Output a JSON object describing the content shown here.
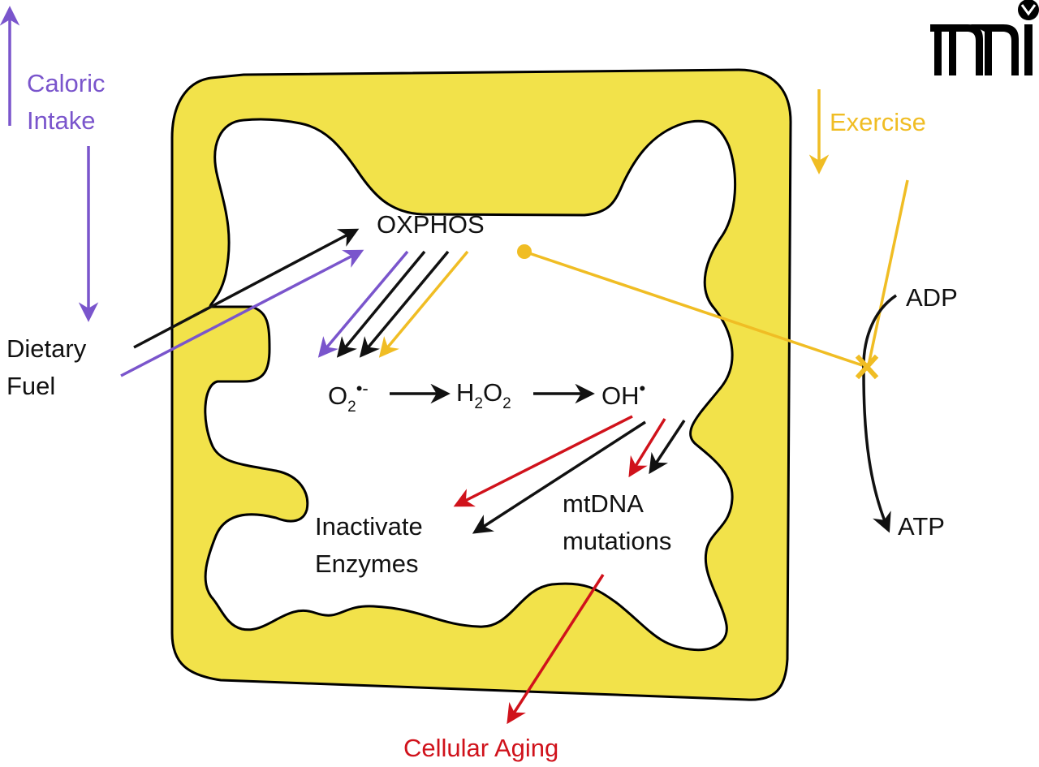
{
  "diagram": {
    "title": "Mitochondrial ROS production and cellular aging",
    "colors": {
      "caloric": "#7a55cc",
      "exercise": "#f0bd24",
      "damage": "#d0121b",
      "baseline": "#111111",
      "matrix_fill": "#f2e24a",
      "outline": "#000000"
    },
    "logo": {
      "text": "mi",
      "icon": "mi-logo-icon"
    },
    "labels": {
      "caloric_line1": "Caloric",
      "caloric_line2": "Intake",
      "exercise": "Exercise",
      "dietary_line1": "Dietary",
      "dietary_line2": "Fuel",
      "oxphos": "OXPHOS",
      "adp": "ADP",
      "atp": "ATP",
      "inactivate_line1": "Inactivate",
      "inactivate_line2": "Enzymes",
      "mtdna_line1": "mtDNA",
      "mtdna_line2": "mutations",
      "cellular_aging": "Cellular Aging"
    },
    "ros_chain": {
      "superoxide": {
        "base": "O",
        "sub": "2",
        "sup": "•-"
      },
      "peroxide": {
        "h": "H",
        "h_sub": "2",
        "o": "O",
        "o_sub": "2"
      },
      "hydroxyl": {
        "base": "OH",
        "sup": "•"
      }
    },
    "edges": [
      {
        "from": "Caloric Intake",
        "to": "up",
        "color": "caloric",
        "meaning": "increase"
      },
      {
        "from": "Caloric Intake",
        "to": "Dietary Fuel",
        "color": "caloric"
      },
      {
        "from": "Exercise",
        "to": "down",
        "color": "exercise",
        "meaning": "increase"
      },
      {
        "from": "Dietary Fuel",
        "to": "OXPHOS",
        "color": "baseline"
      },
      {
        "from": "Dietary Fuel",
        "to": "OXPHOS",
        "color": "caloric"
      },
      {
        "from": "OXPHOS",
        "to": "O2•-",
        "color": "caloric"
      },
      {
        "from": "OXPHOS",
        "to": "O2•-",
        "color": "baseline"
      },
      {
        "from": "OXPHOS",
        "to": "O2•-",
        "color": "baseline"
      },
      {
        "from": "OXPHOS",
        "to": "O2•-",
        "color": "exercise"
      },
      {
        "from": "O2•-",
        "to": "H2O2",
        "color": "baseline"
      },
      {
        "from": "H2O2",
        "to": "OH•",
        "color": "baseline"
      },
      {
        "from": "OH•",
        "to": "Inactivate Enzymes",
        "color": "damage"
      },
      {
        "from": "OH•",
        "to": "Inactivate Enzymes",
        "color": "baseline"
      },
      {
        "from": "OH•",
        "to": "mtDNA mutations",
        "color": "damage"
      },
      {
        "from": "OH•",
        "to": "mtDNA mutations",
        "color": "baseline"
      },
      {
        "from": "mtDNA mutations",
        "to": "Cellular Aging",
        "color": "damage"
      },
      {
        "from": "OXPHOS",
        "to": "ADP→ATP",
        "color": "exercise",
        "meaning": "coupling"
      },
      {
        "from": "ADP",
        "to": "ATP",
        "color": "baseline"
      }
    ]
  }
}
